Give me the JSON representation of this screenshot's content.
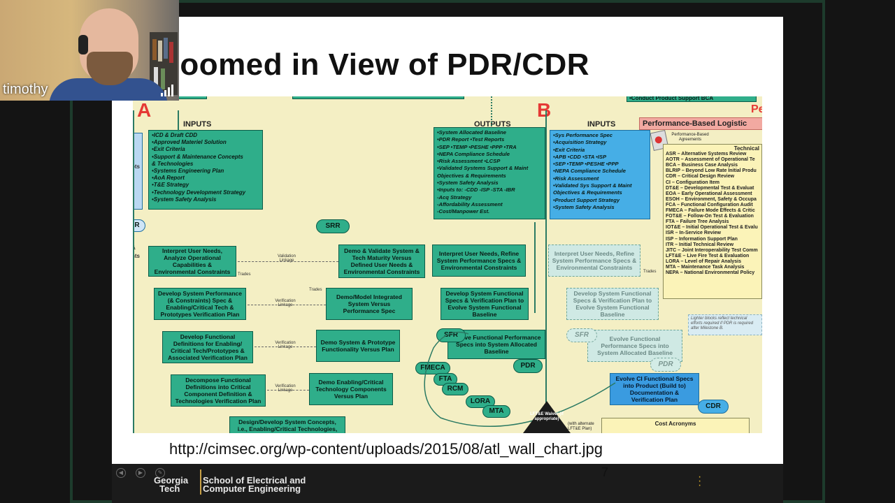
{
  "slide": {
    "title": "Zoomed in View of PDR/CDR",
    "url": "http://cimsec.org/wp-content/uploads/2015/08/atl_wall_chart.jpg",
    "slide_number": "7"
  },
  "footer": {
    "logo_line1": "Georgia",
    "logo_line2": "Tech",
    "school_line1": "School of Electrical and",
    "school_line2": "Computer Engineering"
  },
  "participant": {
    "name": "timothy"
  },
  "chart": {
    "section_a": "A",
    "section_b": "B",
    "inputs_label": "INPUTS",
    "outputs_label": "OUTPUTS",
    "inputs_b_label": "INPUTS",
    "pbl_title": "Performance-Based Logistic",
    "pbl_short": "Pe",
    "pbl_agreements": "Performance-Based Agreements",
    "top_banner": "•Conduct Product Support BCA",
    "side_left_1": "ots",
    "side_left_2": "R",
    "side_left_3": "&",
    "side_left_4": "nts",
    "inputs_a_items": [
      "•ICD & Draft CDD",
      "•Approved Materiel Solution",
      "•Exit Criteria",
      "•Support & Maintenance Concepts",
      "  & Technologies",
      "•Systems Engineering Plan",
      "•AoA Report",
      "•T&E Strategy",
      "•Technology Development Strategy",
      "•System Safety Analysis"
    ],
    "outputs_items": [
      "•System Allocated Baseline",
      "•PDR Report  •Test Reports",
      "•SEP  •TEMP  •PESHE  •PPP  •TRA",
      "•NEPA Compliance Schedule",
      "•Risk Assessment  •LCSP",
      "•Validated Systems Support & Maint",
      "  Objectives & Requirements",
      "•System Safety Analysis",
      "•Inputs to: -CDD  -ISP  -STA  -IBR",
      "   -Acq Strategy",
      "   -Affordability Assessment",
      "   -Cost/Manpower Est."
    ],
    "inputs_b_items": [
      "•Sys Performance Spec",
      "•Acquisition Strategy",
      "•Exit Criteria",
      "•APB  •CDD  •STA  •ISP",
      "•SEP  •TEMP  •PESHE  •PPP",
      "•NEPA Compliance Schedule",
      "•Risk Assessment",
      "•Validated Sys Support & Maint",
      "  Objectives & Requirements",
      "•Product Support Strategy",
      "•System Safety Analysis"
    ],
    "left_boxes": [
      "Interpret User Needs, Analyze Operational Capabilities & Environmental Constraints",
      "Develop System Performance (& Constraints) Spec & Enabling/Critical Tech & Prototypes Verification Plan",
      "Develop Functional Definitions for Enabling/ Critical Tech/Prototypes & Associated Verification Plan",
      "Decompose Functional Definitions into Critical Component Definition & Technologies Verification Plan",
      "Design/Develop System Concepts, i.e., Enabling/Critical Technologies, Update Constraints, & Cost/Risk Drivers"
    ],
    "middle_boxes": [
      "Demo & Validate System & Tech Maturity Versus Defined User Needs & Environmental Constraints",
      "Demo/Model Integrated System Versus Performance Spec",
      "Demo System & Prototype Functionality Versus Plan",
      "Demo Enabling/Critical Technology Components Versus Plan"
    ],
    "right_boxes": [
      "Interpret User Needs, Refine System Performance Specs & Environmental Constraints",
      "Develop System Functional Specs & Verification Plan to Evolve System Functional Baseline",
      "Evolve Functional Performance Specs into System Allocated Baseline"
    ],
    "light_boxes": [
      "Interpret User Needs, Refine System Performance Specs & Environmental Constraints",
      "Develop System Functional Specs & Verification Plan to Evolve System Functional Baseline",
      "Evolve Functional Performance Specs into System Allocated Baseline"
    ],
    "ci_box": "Evolve CI Functional Specs into Product (Build to) Documentation & Verification Plan",
    "lighter_note": "Lighter blocks reflect technical efforts required if PDR is required after Milestone B.",
    "pills": {
      "srr": "SRR",
      "sfr": "SFR",
      "pdr": "PDR",
      "fmeca": "FMECA",
      "fta": "FTA",
      "rcm": "RCM",
      "lora": "LORA",
      "mta": "MTA",
      "sfr_light": "SFR",
      "pdr_light": "PDR",
      "cdr": "CDR"
    },
    "link_labels": {
      "validation": "Validation Linkage",
      "verification1": "Verification Linkage",
      "verification2": "Verification Linkage",
      "verification3": "Verification Linkage",
      "trades1": "Trades",
      "trades2": "Trades",
      "trades3": "Trades"
    },
    "lfte": "LFT&E Waiver (if appropriate)",
    "lfte_alt": "(with alternate LFT&E Plan)",
    "cost_acronyms": "Cost Acronyms",
    "technical_header": "Technical",
    "acronyms": [
      "ASR – Alternative Systems Review",
      "AOTR – Assessment of Operational Te",
      "BCA – Business Case Analysis",
      "BLRIP – Beyond Low Rate Initial Produ",
      "CDR – Critical Design Review",
      "CI – Configuration Item",
      "DT&E – Developmental Test & Evaluat",
      "EOA – Early Operational Assessment",
      "ESOH – Environment, Safety & Occupa",
      "FCA – Functional Configuration Audit",
      "FMECA – Failure Mode Effects & Critic",
      "FOT&E – Follow-On Test & Evaluation",
      "FTA – Failure Tree Analysis",
      "IOT&E – Initial Operational Test & Evalu",
      "ISR – In-Service Review",
      "ISP – Information Support Plan",
      "ITR – Initial Technical Review",
      "JITC – Joint Interoperability Test Comm",
      "LFT&E – Live Fire Test & Evaluation",
      "LORA – Level of Repair Analysis",
      "MTA – Maintenance Task Analysis",
      "NEPA – National Environmental Policy"
    ]
  },
  "colors": {
    "chart_background": "#f4efc4",
    "box_green": "#2fae8a",
    "box_blue": "#46aee6",
    "section_letter": "#e53935",
    "footer_gold": "#c7a046"
  }
}
